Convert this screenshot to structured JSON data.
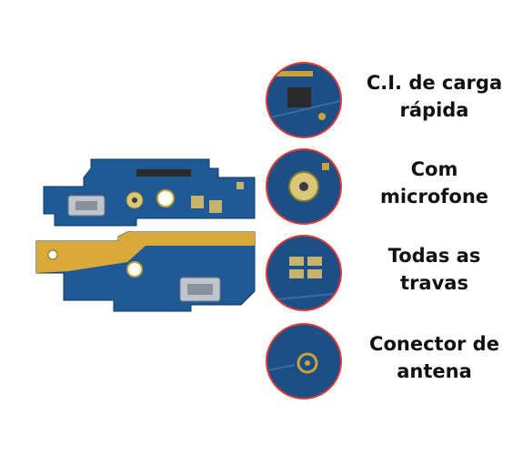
{
  "features": [
    {
      "icon": "chip-icon",
      "lines": [
        "C.I. de carga",
        "rápida"
      ]
    },
    {
      "icon": "microphone-icon",
      "lines": [
        "Com",
        "microfone"
      ]
    },
    {
      "icon": "latch-icon",
      "lines": [
        "Todas as",
        "travas"
      ]
    },
    {
      "icon": "antenna-connector-icon",
      "lines": [
        "Conector de",
        "antena"
      ]
    }
  ],
  "colors": {
    "ring": "#e53935",
    "pcb": "#1d4f86",
    "flex": "#d9a93a",
    "text": "#111111"
  }
}
